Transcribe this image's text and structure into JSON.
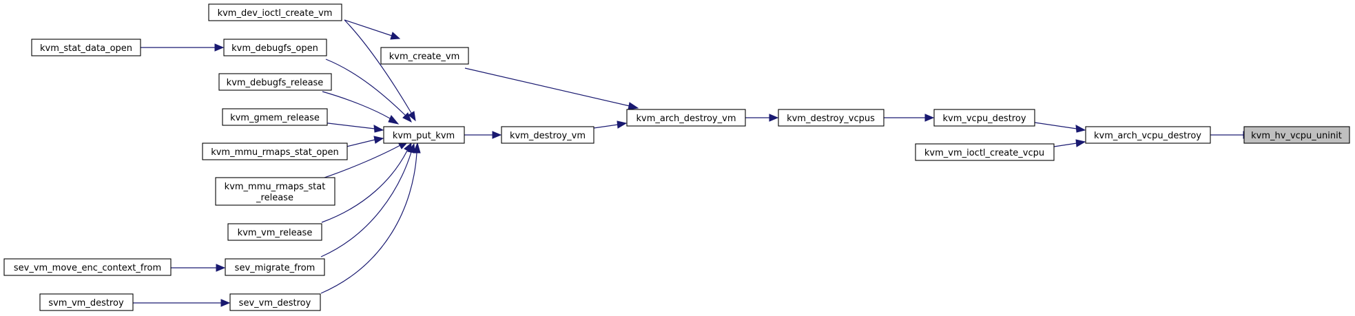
{
  "colors": {
    "edge": "#191970",
    "node_border": "#000000",
    "node_fill": "#ffffff",
    "focus_fill": "#bfbfbf"
  },
  "nodes": {
    "kvm_hv_vcpu_uninit": "kvm_hv_vcpu_uninit",
    "kvm_arch_vcpu_destroy": "kvm_arch_vcpu_destroy",
    "kvm_vcpu_destroy": "kvm_vcpu_destroy",
    "kvm_vm_ioctl_create_vcpu": "kvm_vm_ioctl_create_vcpu",
    "kvm_destroy_vcpus": "kvm_destroy_vcpus",
    "kvm_arch_destroy_vm": "kvm_arch_destroy_vm",
    "kvm_create_vm": "kvm_create_vm",
    "kvm_destroy_vm": "kvm_destroy_vm",
    "kvm_put_kvm": "kvm_put_kvm",
    "kvm_dev_ioctl_create_vm": "kvm_dev_ioctl_create_vm",
    "kvm_debugfs_open": "kvm_debugfs_open",
    "kvm_stat_data_open": "kvm_stat_data_open",
    "kvm_debugfs_release": "kvm_debugfs_release",
    "kvm_gmem_release": "kvm_gmem_release",
    "kvm_mmu_rmaps_stat_open": "kvm_mmu_rmaps_stat_open",
    "kvm_mmu_rmaps_stat_release_line1": "kvm_mmu_rmaps_stat",
    "kvm_mmu_rmaps_stat_release_line2": "_release",
    "kvm_vm_release": "kvm_vm_release",
    "sev_migrate_from": "sev_migrate_from",
    "sev_vm_move_enc_context_from": "sev_vm_move_enc_context_from",
    "sev_vm_destroy": "sev_vm_destroy",
    "svm_vm_destroy": "svm_vm_destroy"
  }
}
